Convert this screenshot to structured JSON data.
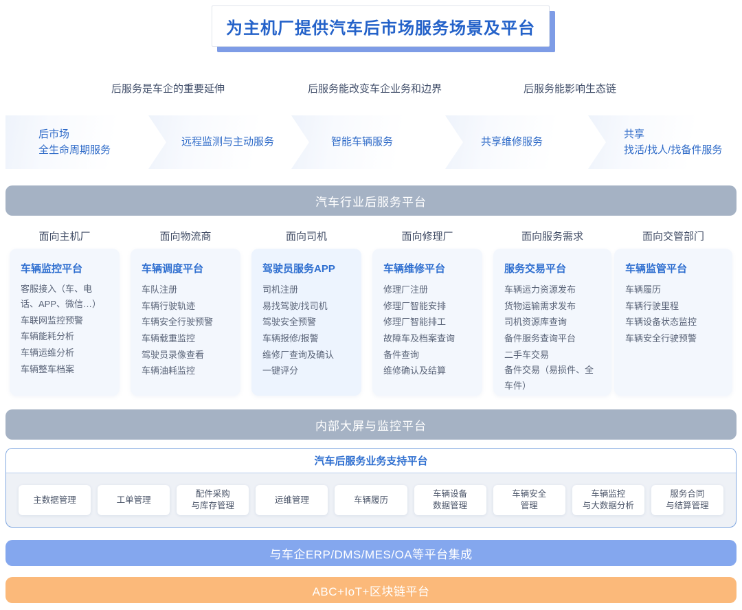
{
  "title": {
    "text": "为主机厂提供汽车后市场服务场景及平台",
    "accent_color": "#2462c9",
    "shadow_color": "#7e9ce6"
  },
  "subtitles": [
    "后服务是车企的重要延伸",
    "后服务能改变车企业务和边界",
    "后服务能影响生态链"
  ],
  "chevrons": [
    {
      "line1": "后市场",
      "line2": "全生命周期服务"
    },
    {
      "line1": "远程监测与主动服务",
      "line2": ""
    },
    {
      "line1": "智能车辆服务",
      "line2": ""
    },
    {
      "line1": "共享维修服务",
      "line2": ""
    },
    {
      "line1": "共享",
      "line2": "找活/找人/找备件服务"
    }
  ],
  "platform_bar": {
    "label": "汽车行业后服务平台",
    "color": "#a5b2c4"
  },
  "columns": [
    {
      "header": "面向主机厂",
      "title": "车辆监控平台",
      "items": [
        "客服接入（车、电话、APP、微信…）",
        "车联网监控预警",
        "车辆能耗分析",
        "车辆运维分析",
        "车辆整车档案"
      ]
    },
    {
      "header": "面向物流商",
      "title": "车辆调度平台",
      "items": [
        "车队注册",
        "车辆行驶轨迹",
        "车辆安全行驶预警",
        "车辆载重监控",
        "驾驶员录像查看",
        "车辆油耗监控"
      ]
    },
    {
      "header": "面向司机",
      "title": "驾驶员服务APP",
      "items": [
        "司机注册",
        "易找驾驶/找司机",
        "驾驶安全预警",
        "车辆报修/报警",
        "维修厂查询及确认",
        "一键评分"
      ]
    },
    {
      "header": "面向修理厂",
      "title": "车辆维修平台",
      "items": [
        "修理厂注册",
        "修理厂智能安排",
        "修理厂智能排工",
        "故障车及档案查询",
        "备件查询",
        "维修确认及结算"
      ]
    },
    {
      "header": "面向服务需求",
      "title": "服务交易平台",
      "items": [
        "车辆运力资源发布",
        "货物运输需求发布",
        "司机资源库查询",
        "备件服务查询平台",
        "二手车交易",
        "备件交易（易损件、全车件）"
      ]
    },
    {
      "header": "面向交管部门",
      "title": "车辆监管平台",
      "items": [
        "车辆履历",
        "车辆行驶里程",
        "车辆设备状态监控",
        "车辆安全行驶预警"
      ]
    }
  ],
  "monitor_bar": {
    "label": "内部大屏与监控平台",
    "color": "#a5b2c4"
  },
  "support": {
    "title": "汽车后服务业务支持平台",
    "chips": [
      "主数据管理",
      "工单管理",
      "配件采购\n与库存管理",
      "运维管理",
      "车辆履历",
      "车辆设备\n数据管理",
      "车辆安全\n管理",
      "车辆监控\n与大数据分析",
      "服务合同\n与结算管理"
    ]
  },
  "bottom_bars": [
    {
      "label": "与车企ERP/DMS/MES/OA等平台集成",
      "color": "#84a7ee"
    },
    {
      "label": "ABC+IoT+区块链平台",
      "color": "#fbb97a"
    }
  ]
}
